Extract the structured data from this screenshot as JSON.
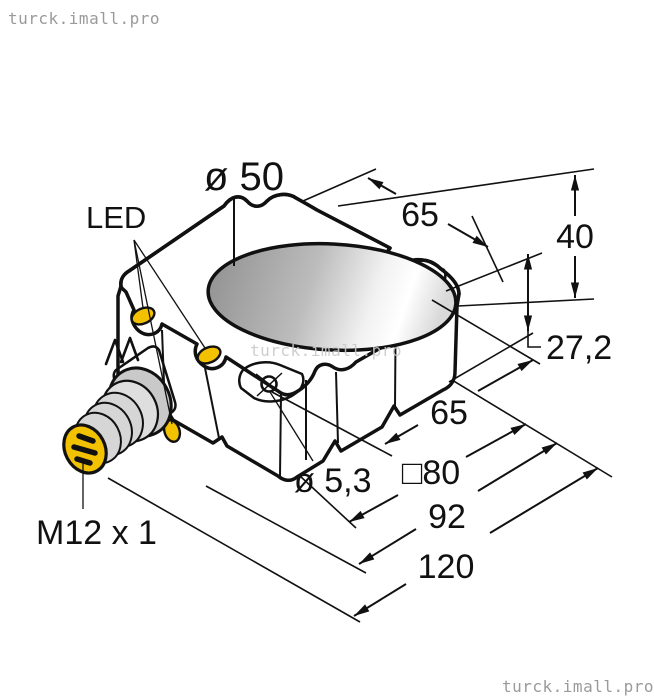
{
  "watermarks": {
    "top_left": "turck.imall.pro",
    "center": "turck.imall.pro",
    "bottom_right": "turck.imall.pro"
  },
  "labels": {
    "ring_diameter": "ø 50",
    "led": "LED",
    "top_width": "65",
    "height": "40",
    "inner_height": "27,2",
    "hole_spacing": "65",
    "mounting_hole_diameter": "ø 5,3",
    "housing_square": "□80",
    "housing_length": "92",
    "total_length": "120",
    "connector_thread": "M12 x 1"
  },
  "colors": {
    "body_gray": "#acacac",
    "wall_gray": "#a6a6a6",
    "platform_gray": "#b2b2b2",
    "led_yellow": "#f2c100",
    "connector_yellow": "#f2c100",
    "connector_ring_gray": "#d6d6d6",
    "line_black": "#111111"
  }
}
